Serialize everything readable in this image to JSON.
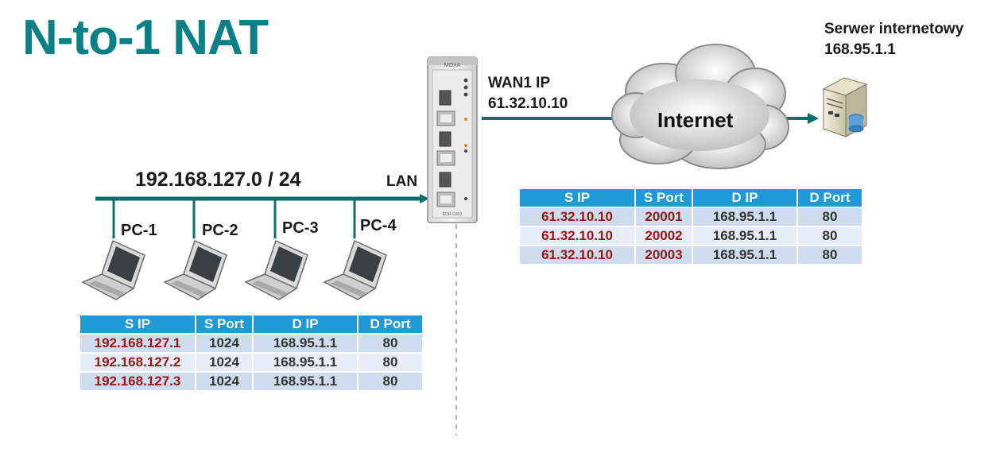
{
  "title": "N-to-1 NAT",
  "server": {
    "name": "Serwer internetowy",
    "ip": "168.95.1.1"
  },
  "wan": {
    "label": "WAN1 IP",
    "ip": "61.32.10.10"
  },
  "internet_label": "Internet",
  "lan_label": "LAN",
  "subnet": "192.168.127.0 / 24",
  "pcs": [
    "PC-1",
    "PC-2",
    "PC-3",
    "PC-4"
  ],
  "device_brand": "MOXA",
  "device_model": "EDR-G903",
  "table_headers": [
    "S IP",
    "S Port",
    "D IP",
    "D Port"
  ],
  "lan_table": [
    [
      "192.168.127.1",
      "1024",
      "168.95.1.1",
      "80"
    ],
    [
      "192.168.127.2",
      "1024",
      "168.95.1.1",
      "80"
    ],
    [
      "192.168.127.3",
      "1024",
      "168.95.1.1",
      "80"
    ]
  ],
  "wan_table": [
    [
      "61.32.10.10",
      "20001",
      "168.95.1.1",
      "80"
    ],
    [
      "61.32.10.10",
      "20002",
      "168.95.1.1",
      "80"
    ],
    [
      "61.32.10.10",
      "20003",
      "168.95.1.1",
      "80"
    ]
  ],
  "colors": {
    "title": "#0a7f86",
    "line": "#0b6e6a",
    "header": "#1e9bd7",
    "highlight": "#9b1515"
  }
}
